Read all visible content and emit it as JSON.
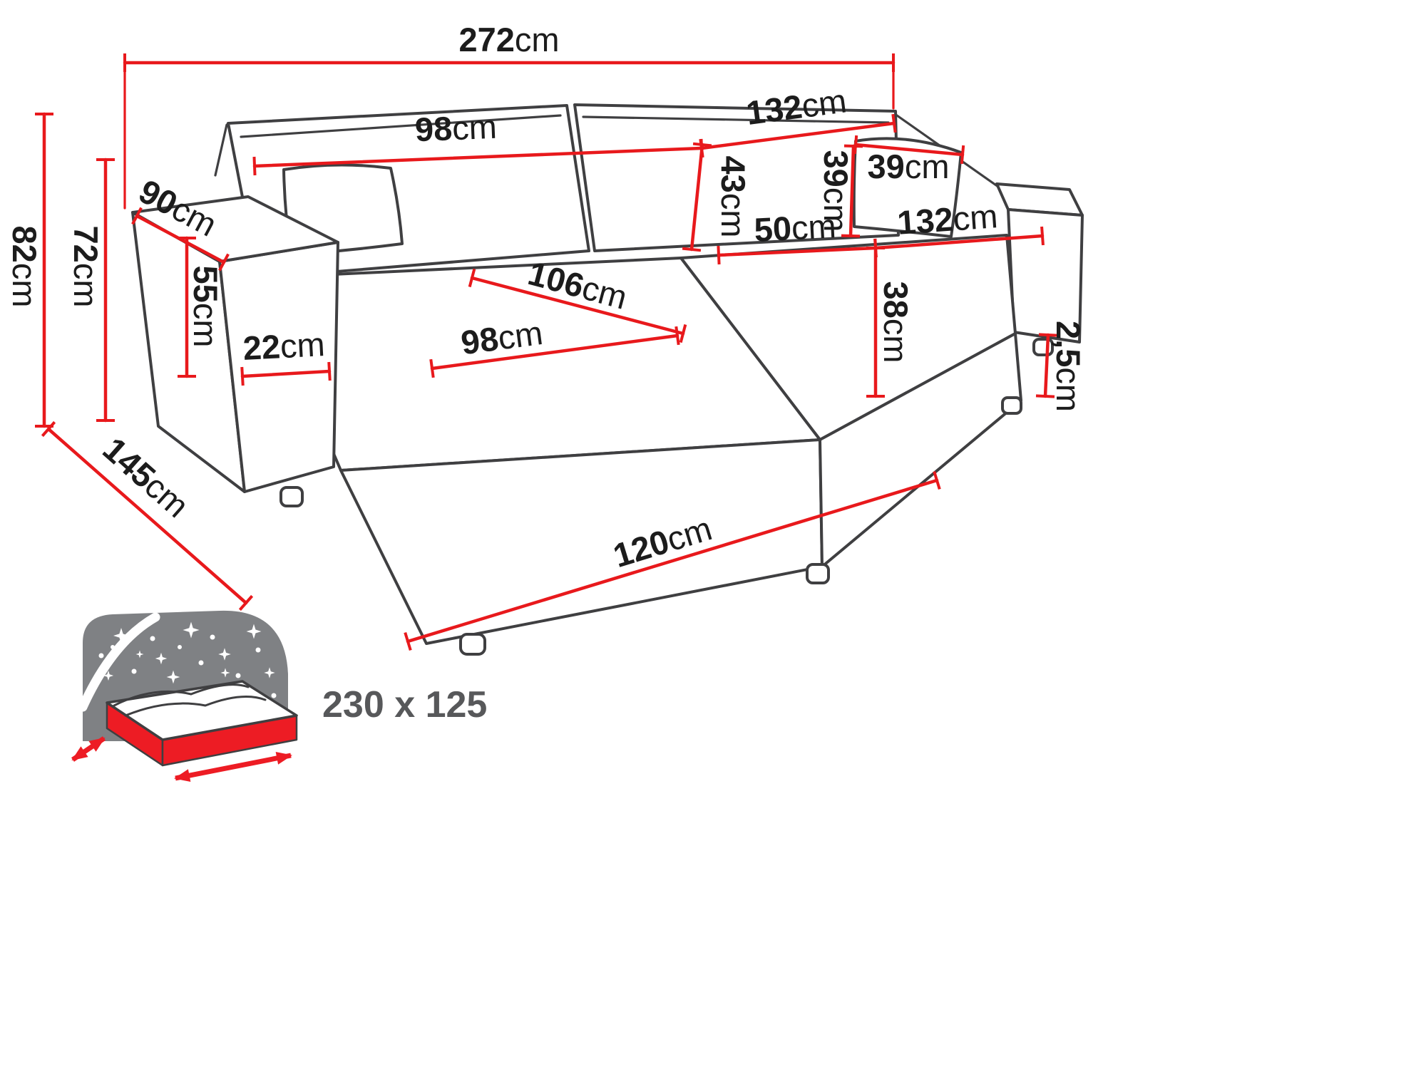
{
  "palette": {
    "background": "#ffffff",
    "dimension_red": "#e8191c",
    "mattress_red": "#ed1c24",
    "outline_dark": "#3f3f41",
    "label_black": "#1c1c1c",
    "icon_gray": "#7f8184",
    "sleeping_label_gray": "#57585a"
  },
  "dimensions": {
    "total_width": {
      "value": "272",
      "unit": "cm"
    },
    "backrest_right_width": {
      "value": "132",
      "unit": "cm"
    },
    "backrest_left_width": {
      "value": "98",
      "unit": "cm"
    },
    "backrest_height": {
      "value": "43",
      "unit": "cm"
    },
    "pillow_width": {
      "value": "39",
      "unit": "cm"
    },
    "pillow_height": {
      "value": "39",
      "unit": "cm"
    },
    "armrest_depth": {
      "value": "90",
      "unit": "cm"
    },
    "total_height": {
      "value": "82",
      "unit": "cm"
    },
    "armrest_height": {
      "value": "72",
      "unit": "cm"
    },
    "backrest_above_seat_height": {
      "value": "55",
      "unit": "cm"
    },
    "seat_depth": {
      "value": "50",
      "unit": "cm"
    },
    "seat_right_width": {
      "value": "132",
      "unit": "cm"
    },
    "chaise_diagonal": {
      "value": "106",
      "unit": "cm"
    },
    "chaise_seat_width": {
      "value": "98",
      "unit": "cm"
    },
    "armrest_width": {
      "value": "22",
      "unit": "cm"
    },
    "seat_height": {
      "value": "38",
      "unit": "cm"
    },
    "leg_height": {
      "value": "2,5",
      "unit": "cm"
    },
    "total_depth": {
      "value": "145",
      "unit": "cm"
    },
    "chaise_length": {
      "value": "120",
      "unit": "cm"
    }
  },
  "sleeping_area": {
    "label": "230 x 125"
  },
  "icons": {
    "bed_icon": "bed-with-starry-blanket"
  }
}
